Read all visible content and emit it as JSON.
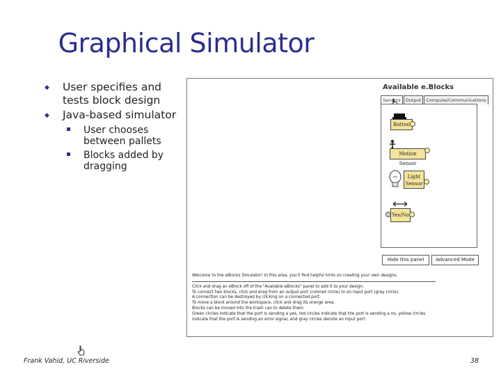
{
  "slide": {
    "title": "Graphical Simulator",
    "bullets": [
      {
        "text": "User specifies and tests block design"
      },
      {
        "text": "Java-based simulator"
      }
    ],
    "sub_bullets": [
      {
        "text": "User chooses between pallets"
      },
      {
        "text": "Blocks added by dragging"
      }
    ],
    "footer_left": "Frank Vahid, UC Riverside",
    "page_number": "38"
  },
  "simulator": {
    "palette_title": "Available e.Blocks",
    "tabs": [
      "Sensors",
      "Output",
      "Compute/Communications"
    ],
    "active_tab": "Sensors",
    "blocks": [
      {
        "label": "Button"
      },
      {
        "label": "Motion Sensor"
      },
      {
        "label_line1": "Light",
        "label_line2": "Sensor"
      },
      {
        "label": "Yes/No"
      }
    ],
    "hide_button": "Hide this panel",
    "advanced_button": "Advanced Mode",
    "message_intro": "Welcome to the eBlocks Simulator! In this area, you'll find helpful hints on creating your own designs.",
    "message_lines": [
      "Click and drag an eBlock off of the \"Available eBlocks\" panel to add it to your design.",
      "To connect two blocks, click and drag from an output port (colored circle) to an input port (gray circle).",
      "A connection can be destroyed by clicking on a connected port.",
      "To move a block around the workspace, click and drag its orange area.",
      "Blocks can be moved into the trash can to delete them.",
      "Green circles indicate that the port is sending a yes, red circles indicate that the port is sending a no, yellow circles indicate that the port is sending an error signal, and gray circles denote an input port."
    ],
    "colors": {
      "accent_title": "#2b2f8c",
      "block_fill": "#f3e49a",
      "orange": "#e59a1e",
      "green": "#2fa12f",
      "red": "#d42020",
      "yellow": "#e6d400"
    }
  }
}
